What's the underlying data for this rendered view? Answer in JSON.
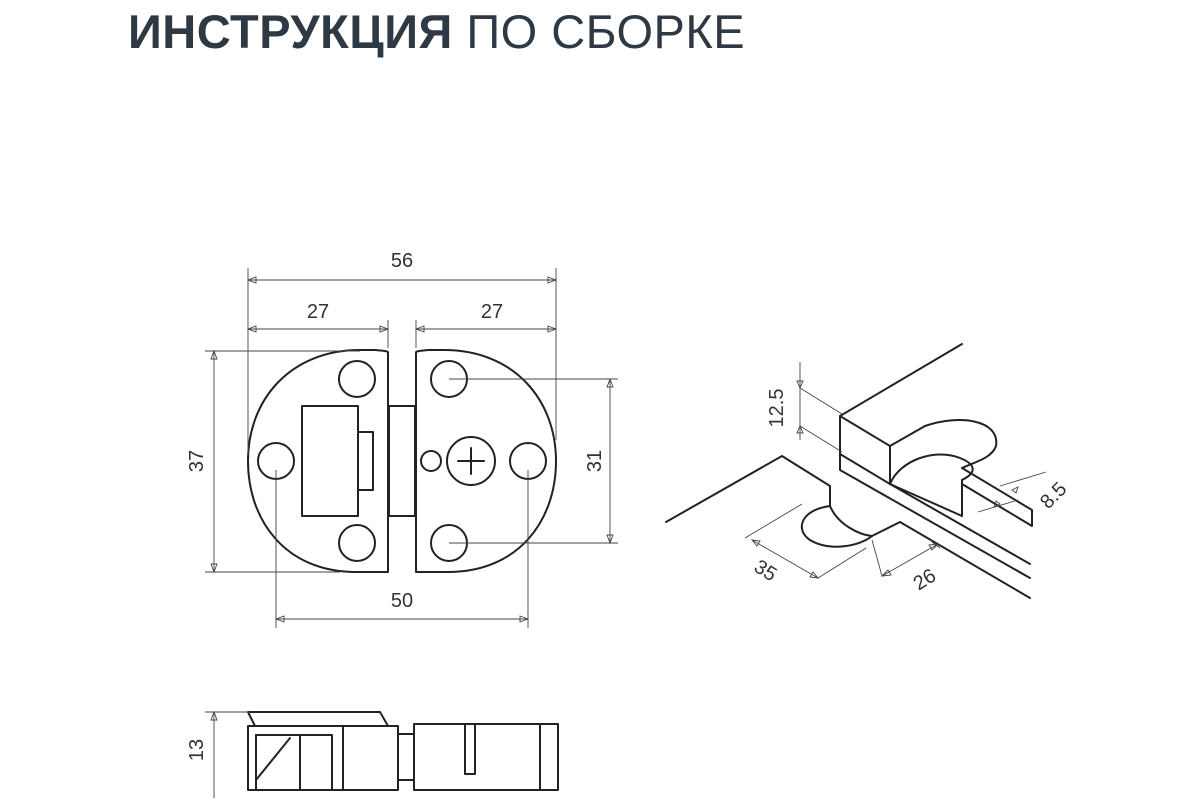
{
  "title": {
    "bold": "ИНСТРУКЦИЯ",
    "light": "ПО СБОРКЕ"
  },
  "colors": {
    "title": "#2e3944",
    "line": "#222222"
  },
  "front_view": {
    "width_total": "56",
    "width_left": "27",
    "width_right": "27",
    "height": "37",
    "hole_spacing_vertical": "31",
    "hole_spacing_horizontal": "50"
  },
  "side_view": {
    "thickness": "13"
  },
  "install_view": {
    "depth": "12.5",
    "offset": "8.5",
    "cutout_width": "35",
    "cutout_length": "26"
  }
}
